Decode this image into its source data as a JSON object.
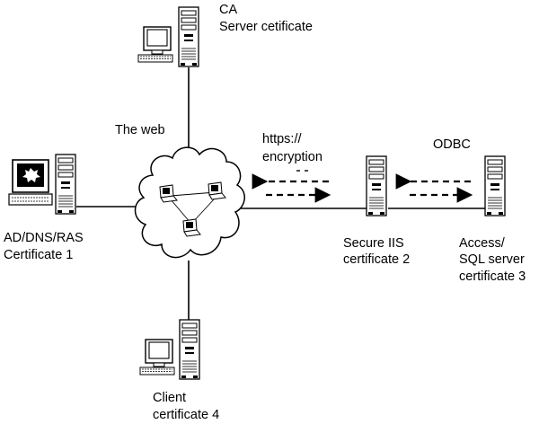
{
  "labels": {
    "ca_title": "CA",
    "ca_sub": "Server cetificate",
    "web": "The web",
    "https_line1": "https://",
    "https_line2": "encryption",
    "odbc": "ODBC",
    "ad_line1": "AD/DNS/RAS",
    "ad_line2": "Certificate 1",
    "iis_line1": "Secure IIS",
    "iis_line2": "certificate 2",
    "sql_line1": "Access/",
    "sql_line2": "SQL server",
    "sql_line3": "certificate 3",
    "client_line1": "Client",
    "client_line2": "certificate 4"
  },
  "nodes": [
    "ca-server",
    "ad-server",
    "iis-server",
    "sql-server",
    "client-workstation",
    "internet-cloud"
  ],
  "colors": {
    "line": "#000000",
    "fill": "#ffffff",
    "shade": "#d8d8d8"
  }
}
